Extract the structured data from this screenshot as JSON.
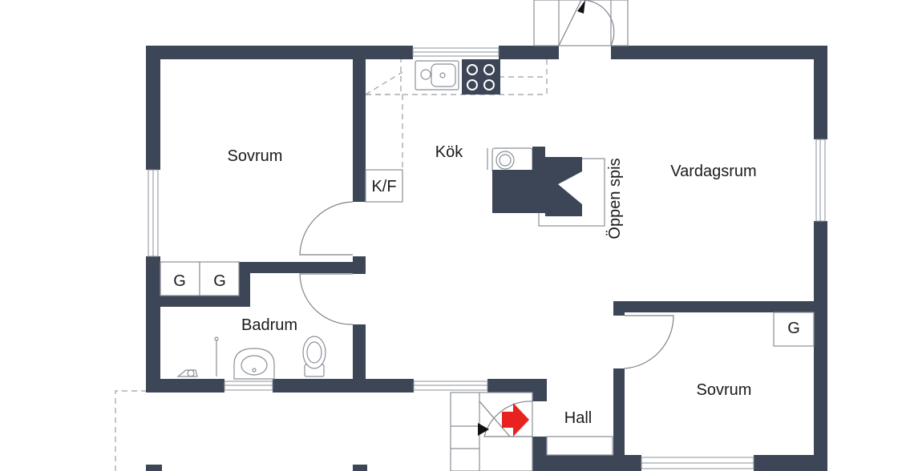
{
  "rooms": {
    "bedroom_left": "Sovrum",
    "kitchen": "Kök",
    "living_room": "Vardagsrum",
    "bathroom": "Badrum",
    "hall": "Hall",
    "bedroom_right": "Sovrum"
  },
  "fixtures": {
    "fridge_freezer": "K/F",
    "fireplace": "Öppen spis",
    "closet_1": "G",
    "closet_2": "G",
    "closet_3": "G"
  },
  "colors": {
    "wall": "#3d4656",
    "entrance_marker": "#e8231f"
  }
}
